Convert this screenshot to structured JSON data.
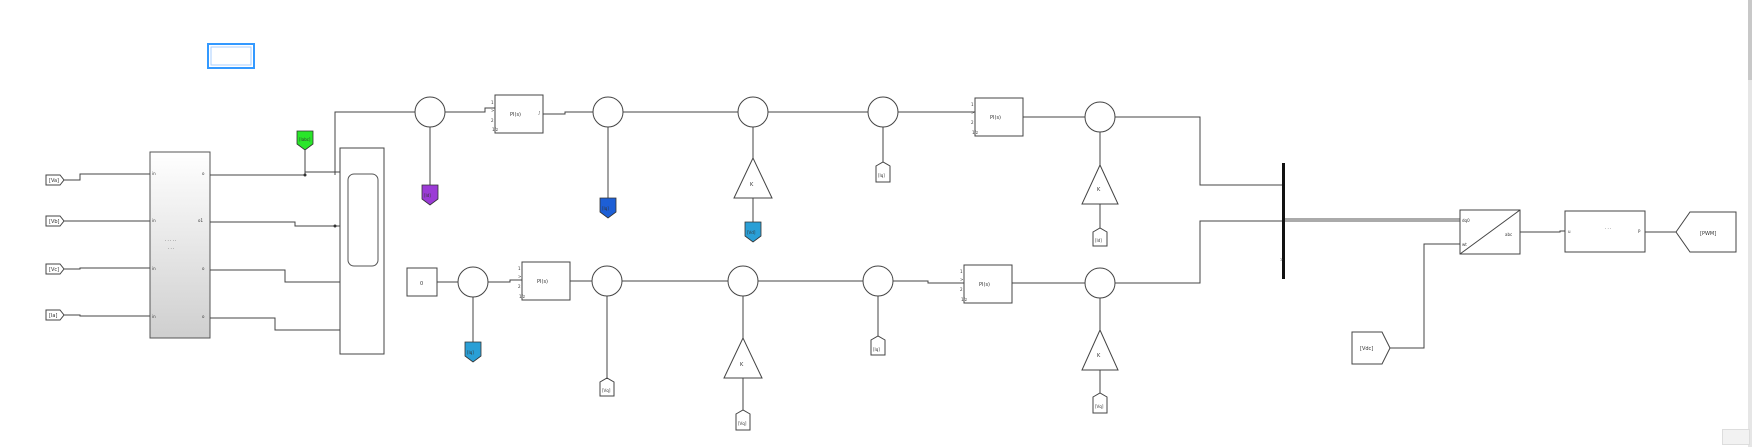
{
  "tags": {
    "in1": "[Va]",
    "in2": "[Vb]",
    "in3": "[Vc]",
    "in4": "[Ia]",
    "green": "[Iabc]",
    "bus_input": "[Vdc]",
    "output": "[PWM]"
  },
  "upper_lane": {
    "goto_purple": "[Id]",
    "goto_blue": "[Iq]",
    "goto_cyan": "[Vd]",
    "from_after_sum": "[Iq]",
    "from_gain": "[Id]"
  },
  "lower_lane": {
    "constant": "0",
    "goto_cyan": "[Iq]",
    "from_sum": "[Vq]",
    "from_gain1": "[Vq]",
    "from_sum2": "[Iq]",
    "from_gain2": "[Vq]"
  },
  "labels": {
    "pid": "PI(s)",
    "gain": "K",
    "pid_port_1": "1",
    "pid_port_2": "2",
    "pid_port_3": "1/z"
  },
  "colors": {
    "green": "#29e629",
    "purple": "#9b3bd6",
    "blue": "#1d5fd6",
    "cyan": "#2a9fd6",
    "frame": "#3399ff"
  }
}
